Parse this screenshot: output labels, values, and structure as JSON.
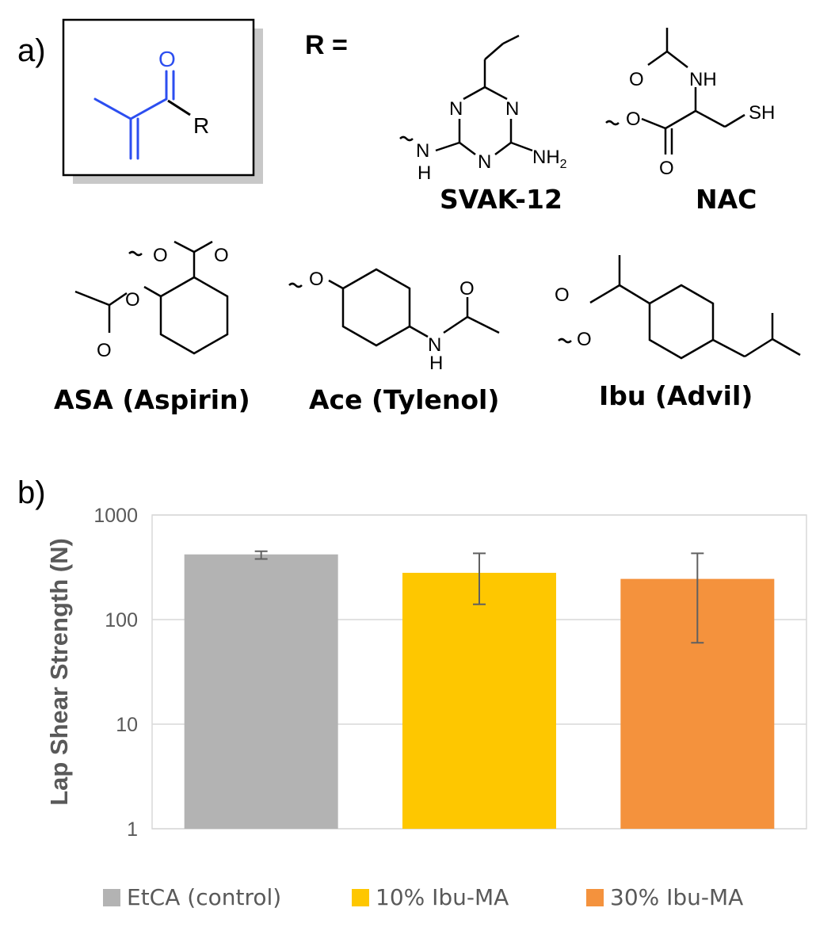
{
  "panels": {
    "a": "a)",
    "b": "b)"
  },
  "structures": {
    "r_equals": "R =",
    "core_atoms": {
      "o": "O",
      "r": "R"
    },
    "svak": {
      "name": "SVAK-12",
      "n": "N",
      "nh": "N",
      "h": "H",
      "nh2": "NH",
      "nh2_sub": "2"
    },
    "nac": {
      "name": "NAC",
      "nh": "NH",
      "sh": "SH",
      "o": "O"
    },
    "asa": {
      "name": "ASA (Aspirin)",
      "o": "O"
    },
    "ace": {
      "name": "Ace (Tylenol)",
      "o": "O",
      "n": "N",
      "h": "H"
    },
    "ibu": {
      "name": "Ibu (Advil)",
      "o": "O"
    }
  },
  "colors": {
    "control": "#b3b3b3",
    "ibu10": "#fec700",
    "ibu30": "#f4923d",
    "core": "#2c4ef0",
    "axis_text": "#595959"
  },
  "chart_data": {
    "type": "bar",
    "title": "",
    "xlabel": "",
    "ylabel": "Lap Shear Strength (N)",
    "y_scale": "log",
    "ylim": [
      1,
      1000
    ],
    "yticks": [
      1,
      10,
      100,
      1000
    ],
    "ytick_labels": [
      "1",
      "10",
      "100",
      "1000"
    ],
    "grid": "horizontal",
    "legend_position": "bottom",
    "categories": [
      "EtCA (control)",
      "10% Ibu-MA",
      "30% Ibu-MA"
    ],
    "values": [
      420,
      280,
      245
    ],
    "error_low": [
      380,
      140,
      60
    ],
    "error_high": [
      450,
      430,
      430
    ]
  }
}
